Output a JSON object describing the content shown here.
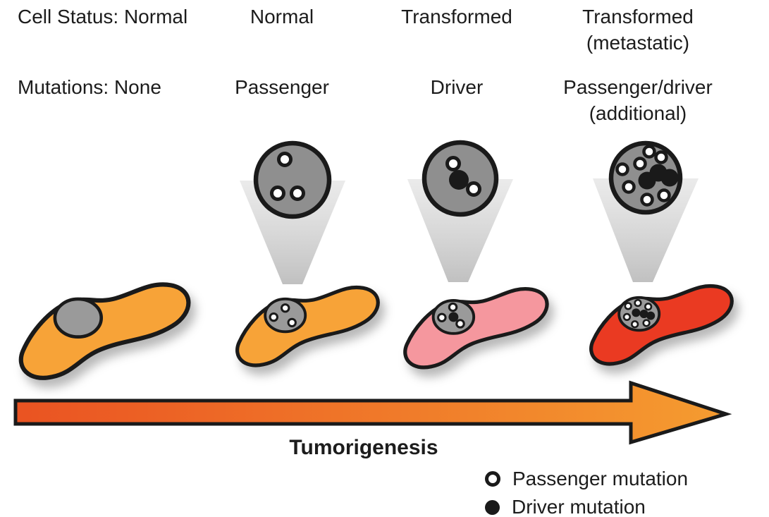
{
  "title": "Tumorigenesis diagram",
  "colors": {
    "background": "#FFFFFF",
    "normal_cell": "#F7A338",
    "transformed_cell": "#F5979E",
    "metastatic_cell": "#EA3A22",
    "nucleus_gray": "#9A9A9A",
    "lens_gray": "#8F8F8F",
    "outline_black": "#1A1A1A",
    "arrow_gradient_start": "#EA5322",
    "arrow_gradient_end": "#F59C30",
    "funnel_gray_top": "#D8D8D8",
    "funnel_gray_bottom": "#BDBDBD"
  },
  "stages": [
    {
      "cell_status": "Cell Status: Normal",
      "mutations": "Mutations: None",
      "cell_color": "#F7A338",
      "nucleus_mutations": {
        "passenger": 0,
        "driver": 0
      },
      "zoom_circle": null
    },
    {
      "cell_status": "Normal",
      "mutations": "Passenger",
      "cell_color": "#F7A338",
      "nucleus_mutations": {
        "passenger": 3,
        "driver": 0
      },
      "zoom_circle": {
        "passenger": 3,
        "driver": 0
      }
    },
    {
      "cell_status": "Transformed",
      "mutations": "Driver",
      "cell_color": "#F5979E",
      "nucleus_mutations": {
        "passenger": 3,
        "driver": 1
      },
      "zoom_circle": {
        "passenger": 2,
        "driver": 1
      }
    },
    {
      "cell_status": "Transformed",
      "cell_status_2": "(metastatic)",
      "mutations": "Passenger/driver",
      "mutations_2": "(additional)",
      "cell_color": "#EA3A22",
      "nucleus_mutations": {
        "passenger": 6,
        "driver": 3
      },
      "zoom_circle": {
        "passenger": 7,
        "driver": 3
      }
    }
  ],
  "arrow": {
    "label": "Tumorigenesis"
  },
  "legend": {
    "items": [
      {
        "symbol": "open-circle",
        "label": "Passenger mutation"
      },
      {
        "symbol": "filled-circle",
        "label": "Driver mutation"
      }
    ]
  }
}
